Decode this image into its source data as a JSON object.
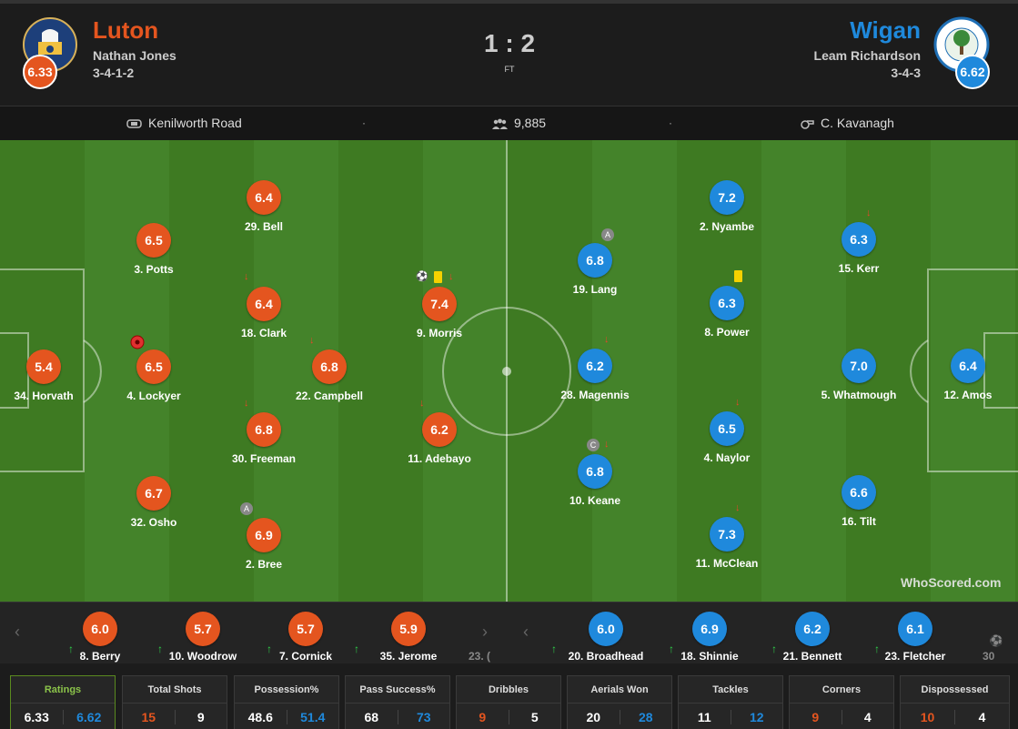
{
  "home": {
    "name": "Luton",
    "manager": "Nathan Jones",
    "formation": "3-4-1-2",
    "rating": "6.33",
    "color": "#e4551f"
  },
  "away": {
    "name": "Wigan",
    "manager": "Leam Richardson",
    "formation": "3-4-3",
    "rating": "6.62",
    "color": "#1f89dc"
  },
  "score": "1 : 2",
  "status": "FT",
  "info": {
    "venue": "Kenilworth Road",
    "attendance": "9,885",
    "referee": "C. Kavanagh"
  },
  "home_players": [
    {
      "label": "34. Horvath",
      "rating": "5.4"
    },
    {
      "label": "3. Potts",
      "rating": "6.5"
    },
    {
      "label": "4. Lockyer",
      "rating": "6.5"
    },
    {
      "label": "32. Osho",
      "rating": "6.7"
    },
    {
      "label": "29. Bell",
      "rating": "6.4"
    },
    {
      "label": "18. Clark",
      "rating": "6.4"
    },
    {
      "label": "30. Freeman",
      "rating": "6.8"
    },
    {
      "label": "2. Bree",
      "rating": "6.9"
    },
    {
      "label": "22. Campbell",
      "rating": "6.8"
    },
    {
      "label": "9. Morris",
      "rating": "7.4"
    },
    {
      "label": "11. Adebayo",
      "rating": "6.2"
    }
  ],
  "away_players": [
    {
      "label": "12. Amos",
      "rating": "6.4"
    },
    {
      "label": "15. Kerr",
      "rating": "6.3"
    },
    {
      "label": "5. Whatmough",
      "rating": "7.0"
    },
    {
      "label": "16. Tilt",
      "rating": "6.6"
    },
    {
      "label": "2. Nyambe",
      "rating": "7.2"
    },
    {
      "label": "8. Power",
      "rating": "6.3"
    },
    {
      "label": "4. Naylor",
      "rating": "6.5"
    },
    {
      "label": "11. McClean",
      "rating": "7.3"
    },
    {
      "label": "19. Lang",
      "rating": "6.8"
    },
    {
      "label": "28. Magennis",
      "rating": "6.2"
    },
    {
      "label": "10. Keane",
      "rating": "6.8"
    }
  ],
  "home_subs": [
    {
      "label": "8. Berry",
      "rating": "6.0"
    },
    {
      "label": "10. Woodrow",
      "rating": "5.7"
    },
    {
      "label": "7. Cornick",
      "rating": "5.7"
    },
    {
      "label": "35. Jerome",
      "rating": "5.9"
    },
    {
      "label": "23. ("
    }
  ],
  "away_subs": [
    {
      "label": "20. Broadhead",
      "rating": "6.0"
    },
    {
      "label": "18. Shinnie",
      "rating": "6.9"
    },
    {
      "label": "21. Bennett",
      "rating": "6.2"
    },
    {
      "label": "23. Fletcher",
      "rating": "6.1"
    },
    {
      "label": "30"
    }
  ],
  "event_labels": {
    "captain": "C",
    "assist": "A"
  },
  "watermark": "WhoScored.com",
  "stats": [
    {
      "title": "Ratings",
      "home": "6.33",
      "away": "6.62",
      "active": true
    },
    {
      "title": "Total Shots",
      "home": "15",
      "away": "9",
      "hl": "home"
    },
    {
      "title": "Possession%",
      "home": "48.6",
      "away": "51.4",
      "hl": "away"
    },
    {
      "title": "Pass Success%",
      "home": "68",
      "away": "73",
      "hl": "away"
    },
    {
      "title": "Dribbles",
      "home": "9",
      "away": "5",
      "hl": "home"
    },
    {
      "title": "Aerials Won",
      "home": "20",
      "away": "28",
      "hl": "away"
    },
    {
      "title": "Tackles",
      "home": "11",
      "away": "12",
      "hl": "away"
    },
    {
      "title": "Corners",
      "home": "9",
      "away": "4",
      "hl": "home"
    },
    {
      "title": "Dispossessed",
      "home": "10",
      "away": "4",
      "hl": "home"
    }
  ]
}
